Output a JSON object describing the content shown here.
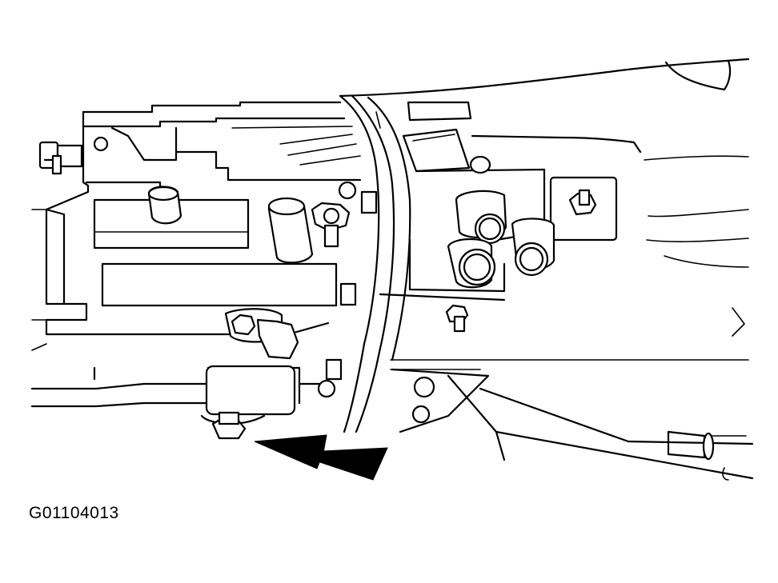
{
  "figure": {
    "code": "G01104013",
    "colors": {
      "line": "#000000",
      "background": "#ffffff"
    },
    "callouts": [
      "arrow-left",
      "arrow-right"
    ]
  }
}
